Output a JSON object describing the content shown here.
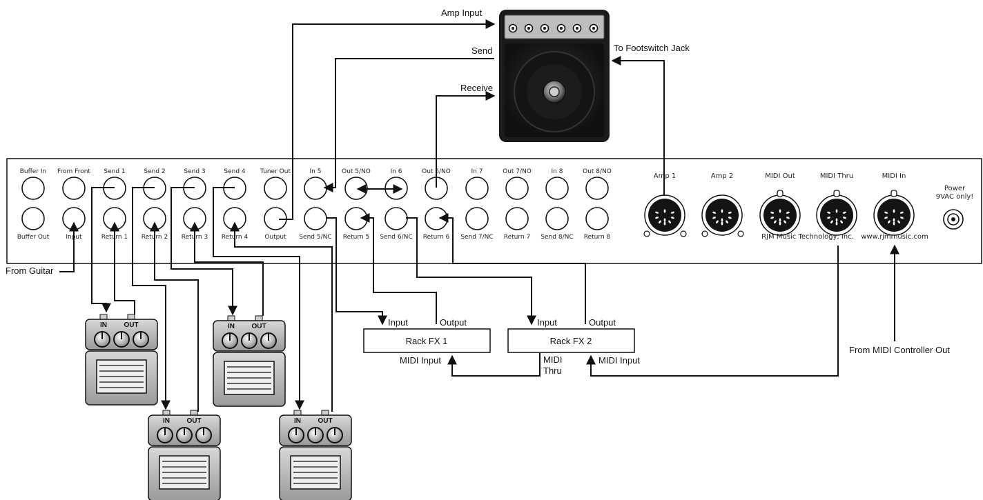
{
  "amp": {
    "input_label": "Amp Input",
    "send_label": "Send",
    "receive_label": "Receive",
    "footswitch_label": "To Footswitch Jack"
  },
  "unit": {
    "top_jacks": [
      "Buffer In",
      "From Front",
      "Send 1",
      "Send 2",
      "Send 3",
      "Send 4",
      "Tuner Out",
      "In 5",
      "Out 5/NO",
      "In 6",
      "Out 6/NO",
      "In 7",
      "Out 7/NO",
      "In 8",
      "Out 8/NO"
    ],
    "bottom_jacks": [
      "Buffer Out",
      "Input",
      "Return 1",
      "Return 2",
      "Return 3",
      "Return 4",
      "Output",
      "Send 5/NC",
      "Return 5",
      "Send 6/NC",
      "Return 6",
      "Send 7/NC",
      "Return 7",
      "Send 8/NC",
      "Return 8"
    ],
    "din_labels": [
      "Amp 1",
      "Amp 2",
      "MIDI Out",
      "MIDI Thru",
      "MIDI In"
    ],
    "power_label_1": "Power",
    "power_label_2": "9VAC only!",
    "maker": "RJM Music Technology, Inc.",
    "website": "www.rjmmusic.com"
  },
  "external": {
    "from_guitar": "From Guitar",
    "from_midi_controller": "From MIDI Controller Out"
  },
  "pedal": {
    "in_label": "IN",
    "out_label": "OUT"
  },
  "rack1": {
    "name": "Rack FX 1",
    "input": "Input",
    "output": "Output",
    "midi_input": "MIDI Input",
    "midi_thru_1": "MIDI",
    "midi_thru_2": "Thru"
  },
  "rack2": {
    "name": "Rack FX 2",
    "input": "Input",
    "output": "Output",
    "midi_input": "MIDI Input"
  }
}
